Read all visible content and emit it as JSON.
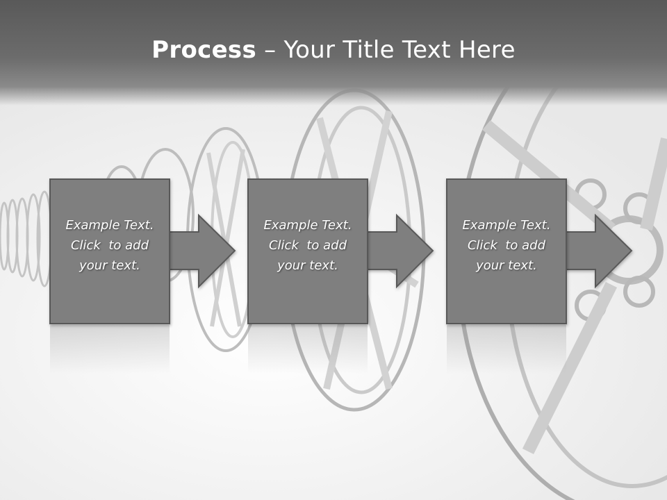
{
  "slide": {
    "title_bold": "Process",
    "title_rest": " – Your Title Text Here",
    "steps": [
      {
        "lines": [
          "Example Text.",
          "Click  to add",
          "your text."
        ]
      },
      {
        "lines": [
          "Example Text.",
          "Click  to add",
          "your text."
        ]
      },
      {
        "lines": [
          "Example Text.",
          "Click  to add",
          "your text."
        ]
      }
    ]
  },
  "colors": {
    "box_fill": "#7f7f7f",
    "box_stroke": "#595959",
    "title_bar": "#636363",
    "text": "#ffffff"
  }
}
